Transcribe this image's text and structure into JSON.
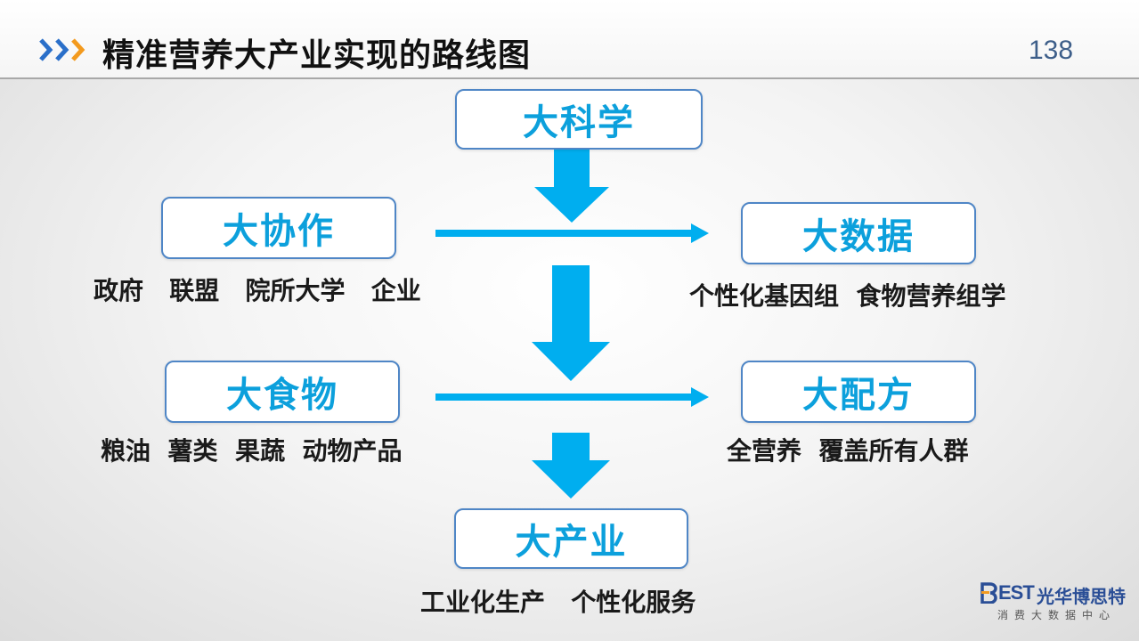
{
  "header": {
    "title": "精准营养大产业实现的路线图",
    "page_number": "138",
    "icon": "triple-chevron-right-icon"
  },
  "diagram": {
    "colors": {
      "box_border": "#4f86c6",
      "box_text": "#0ca0dc",
      "arrow": "#00aeef"
    },
    "nodes": {
      "science": {
        "label": "大科学"
      },
      "collaboration": {
        "label": "大协作",
        "items": "政府   联盟   院所大学   企业"
      },
      "data": {
        "label": "大数据",
        "items": "个性化基因组  食物营养组学"
      },
      "food": {
        "label": "大食物",
        "items": "粮油  薯类  果蔬  动物产品"
      },
      "formula": {
        "label": "大配方",
        "items": "全营养  覆盖所有人群"
      },
      "industry": {
        "label": "大产业",
        "items": "工业化生产   个性化服务"
      }
    }
  },
  "logo": {
    "brand": "EST",
    "name": "光华博思特",
    "tagline": "消费大数据中心",
    "colors": {
      "primary": "#2a4e96"
    }
  }
}
